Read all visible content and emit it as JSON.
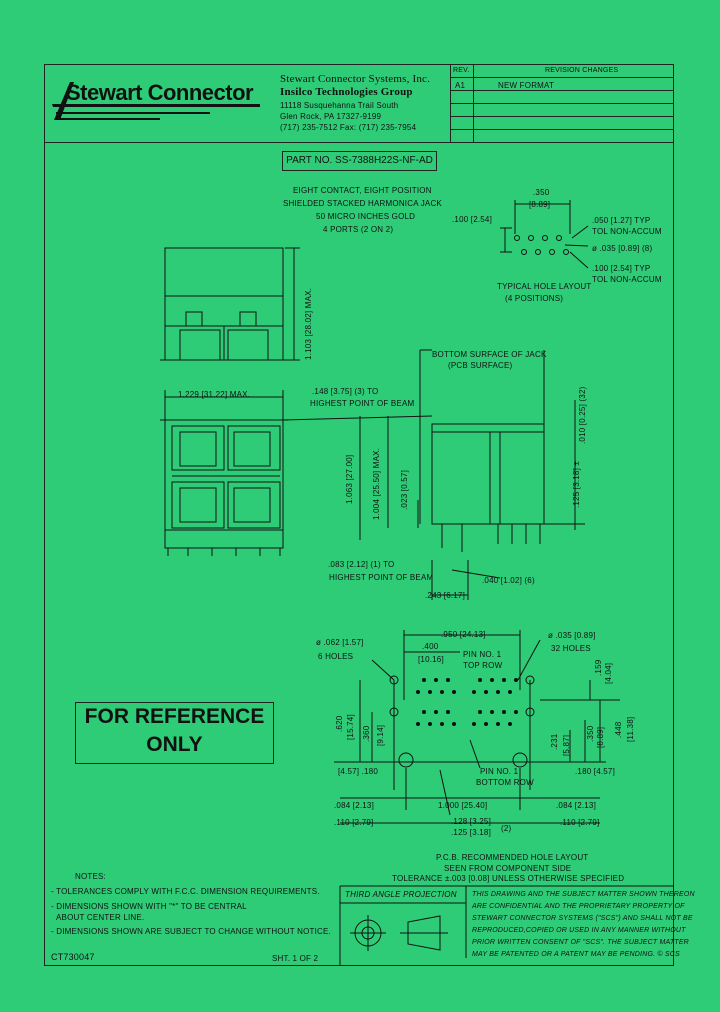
{
  "company": {
    "logo_text": "Stewart Connector",
    "name_line1": "Stewart Connector Systems, Inc.",
    "name_line2": "Insilco Technologies Group",
    "address1": "11118 Susquehanna Trail South",
    "address2": "Glen Rock, PA    17327-9199",
    "phone": "(717)  235-7512   Fax: (717)  235-7954"
  },
  "revision_table": {
    "header_rev": "REV.",
    "header_changes": "REVISION CHANGES",
    "rows": [
      {
        "rev": "A1",
        "change": "NEW FORMAT"
      }
    ]
  },
  "part_number": "PART NO. SS-7388H22S-NF-AD",
  "description": [
    "EIGHT CONTACT, EIGHT POSITION",
    "SHIELDED STACKED HARMONICA JACK",
    "50 MICRO INCHES GOLD",
    "4 PORTS (2 ON 2)"
  ],
  "hole_layout": {
    "dim_350": ".350",
    "dim_350_mm": "[8.89]",
    "dim_100": ".100 [2.54]",
    "dim_050_typ": ".050 [1.27] TYP",
    "tol_non_accum_1": "TOL NON-ACCUM",
    "dim_035": "ø .035 [0.89] (8)",
    "dim_100_typ": ".100 [2.54] TYP",
    "tol_non_accum_2": "TOL NON-ACCUM",
    "caption1": "TYPICAL HOLE LAYOUT",
    "caption2": "(4 POSITIONS)"
  },
  "front_view": {
    "height_max": "1.103 [28.02] MAX.",
    "width_max": "1.229 [31.22] MAX."
  },
  "side_view": {
    "bottom_surface1": "BOTTOM SURFACE OF JACK",
    "bottom_surface2": "(PCB SURFACE)",
    "beam_top1": ".148 [3.75] (3) TO",
    "beam_top2": "HIGHEST POINT OF BEAM",
    "dim_010": ".010 [0.25] (32)",
    "dim_125": ".125 [3.18] ±",
    "dim_1063": "1.063 [27.00]",
    "dim_1004": "1.004 [25.50] MAX.",
    "dim_023": ".023 [0.57]",
    "beam_bot1": ".083 [2.12] (1) TO",
    "beam_bot2": "HIGHEST POINT OF BEAM",
    "dim_040": ".040 [1.02] (6)",
    "dim_243": ".243 [6.17]"
  },
  "pcb_layout": {
    "hole_062a": "ø .062 [1.57]",
    "hole_062b": "6 HOLES",
    "dim_950": ".950 [24.13]",
    "hole_035a": "ø .035 [0.89]",
    "hole_035b": "32 HOLES",
    "dim_400": ".400",
    "dim_400_mm": "[10.16]",
    "pin1_top1": "PIN NO. 1",
    "pin1_top2": "TOP ROW",
    "dim_159": ".159",
    "dim_159_mm": "[4.04]",
    "dim_620": ".620",
    "dim_620_mm": "[15.74]",
    "dim_360": ".360",
    "dim_360_mm": "[9.14]",
    "dim_231": ".231",
    "dim_231_mm": "[5.87]",
    "dim_350": ".350",
    "dim_350_mm": "[8.89]",
    "dim_448": ".448",
    "dim_448_mm": "[11.38]",
    "dim_180_left": "[4.57]  .180",
    "dim_180_right": ".180  [4.57]",
    "pin1_bot1": "PIN NO. 1",
    "pin1_bot2": "BOTTOM ROW",
    "dim_084_left": ".084  [2.13]",
    "dim_084_right": ".084  [2.13]",
    "dim_1000": "1.000  [25.40]",
    "dim_110_left": ".110  [2.79]",
    "dim_110_right": ".110  [2.79]",
    "dim_128": ".128  [3.25]",
    "dim_125": ".125  [3.18]",
    "dim_2": "(2)",
    "caption1": "P.C.B. RECOMMENDED HOLE LAYOUT",
    "caption2": "SEEN FROM COMPONENT SIDE",
    "caption3": "TOLERANCE ±.003 [0.08] UNLESS OTHERWISE SPECIFIED"
  },
  "reference": {
    "line1": "FOR REFERENCE",
    "line2": "ONLY"
  },
  "notes": {
    "title": "NOTES:",
    "n1": "- TOLERANCES COMPLY WITH F.C.C. DIMENSION REQUIREMENTS.",
    "n2a": "- DIMENSIONS SHOWN WITH \"*\" TO BE CENTRAL",
    "n2b": "  ABOUT CENTER LINE.",
    "n3": "- DIMENSIONS SHOWN ARE SUBJECT TO CHANGE WITHOUT NOTICE."
  },
  "projection": "THIRD ANGLE PROJECTION",
  "confidential": [
    "THIS DRAWING AND THE SUBJECT MATTER SHOWN THEREON",
    "ARE CONFIDENTIAL AND THE PROPRIETARY PROPERTY OF",
    "STEWART CONNECTOR SYSTEMS (\"SCS\") AND SHALL NOT BE",
    "REPRODUCED,COPIED OR USED IN ANY MANNER WITHOUT",
    "PRIOR WRITTEN CONSENT OF \"SCS\".  THE SUBJECT MATTER",
    "MAY BE PATENTED OR A PATENT MAY BE PENDING.  © SCS"
  ],
  "footer": {
    "drawing_no": "CT730047",
    "sheet": "SHT. 1 OF 2"
  },
  "colors": {
    "background": "#2ecc77",
    "ink": "#111111"
  }
}
